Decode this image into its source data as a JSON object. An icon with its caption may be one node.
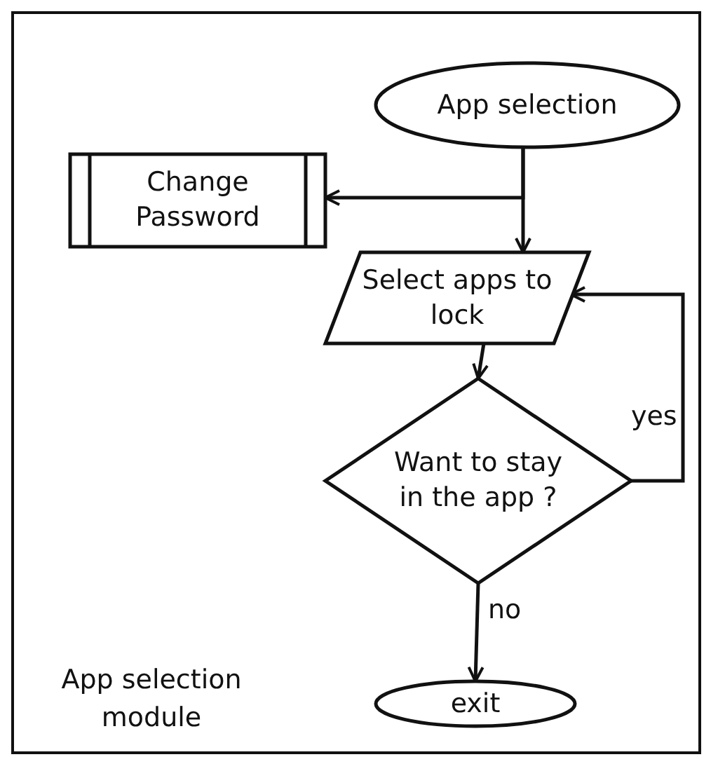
{
  "diagram": {
    "nodes": [
      {
        "text": [
          "App selection"
        ]
      },
      {
        "text": [
          "Change Password"
        ]
      },
      {
        "text": [
          "Select apps to lock"
        ]
      },
      {
        "text": [
          "Want to stay in the app ?"
        ]
      },
      {
        "text": [
          "exit"
        ]
      }
    ],
    "edges": [
      {
        "from": 0,
        "to": 2,
        "arrow": "to"
      },
      {
        "from": 0,
        "to": 1,
        "arrow": "to"
      },
      {
        "from": 2,
        "to": 3,
        "arrow": "to"
      },
      {
        "from": 3,
        "to": 2,
        "arrow": "to",
        "label": "yes"
      },
      {
        "from": 3,
        "to": 4,
        "arrow": "to",
        "label": "no"
      }
    ],
    "labels": [
      "App selection module"
    ]
  }
}
